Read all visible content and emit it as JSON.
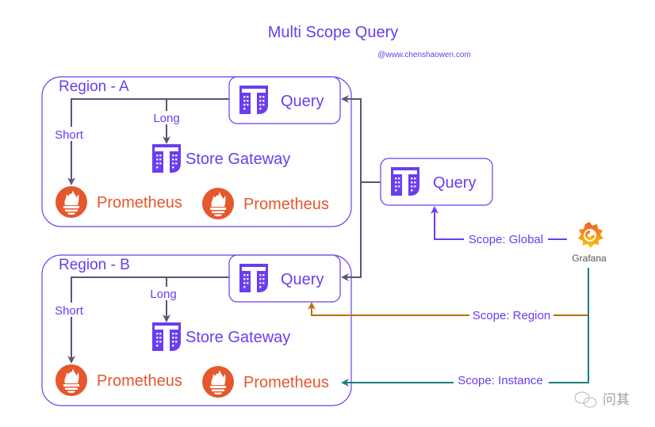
{
  "title": "Multi Scope Query",
  "credit": "@www.chenshaowen.com",
  "colors": {
    "accent": "#6a3df0",
    "thanos": "#6a3df0",
    "prometheus": "#e5572d",
    "edge_internal": "#5a5478",
    "scope_region": "#b8700f",
    "scope_instance": "#1a7f7f"
  },
  "regions": [
    {
      "label": "Region - A",
      "query": {
        "label": "Query",
        "icon": "thanos-icon"
      },
      "store_gateway": {
        "label": "Store Gateway",
        "icon": "thanos-icon"
      },
      "edge_short": "Short",
      "edge_long": "Long",
      "prometheus": [
        {
          "label": "Prometheus",
          "icon": "prometheus-icon"
        },
        {
          "label": "Prometheus",
          "icon": "prometheus-icon"
        }
      ]
    },
    {
      "label": "Region - B",
      "query": {
        "label": "Query",
        "icon": "thanos-icon"
      },
      "store_gateway": {
        "label": "Store Gateway",
        "icon": "thanos-icon"
      },
      "edge_short": "Short",
      "edge_long": "Long",
      "prometheus": [
        {
          "label": "Prometheus",
          "icon": "prometheus-icon"
        },
        {
          "label": "Prometheus",
          "icon": "prometheus-icon"
        }
      ]
    }
  ],
  "global_query": {
    "label": "Query",
    "icon": "thanos-icon"
  },
  "grafana": {
    "label": "Grafana",
    "icon": "grafana-icon"
  },
  "scopes": {
    "global": "Scope: Global",
    "region": "Scope: Region",
    "instance": "Scope: Instance"
  },
  "watermark": {
    "label": "问其",
    "icon": "wechat-icon"
  }
}
